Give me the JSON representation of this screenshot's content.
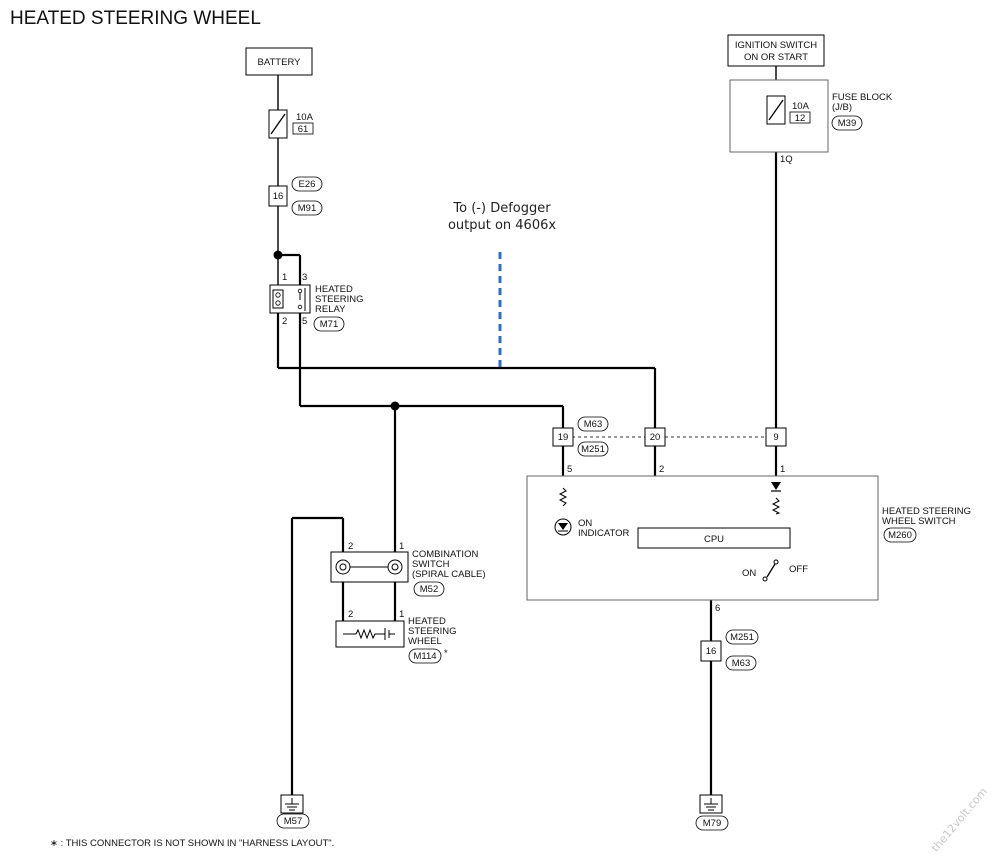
{
  "title": "HEATED STEERING WHEEL",
  "annotation": {
    "line1": "To (-) Defogger",
    "line2": "output on 4606x"
  },
  "battery": "BATTERY",
  "ignition": {
    "line1": "IGNITION SWITCH",
    "line2": "ON OR START"
  },
  "fuse_left": {
    "rating": "10A",
    "number": "61"
  },
  "fuse_block": {
    "rating": "10A",
    "number": "12",
    "label1": "FUSE BLOCK",
    "label2": "(J/B)",
    "connector": "M39",
    "terminal": "1Q"
  },
  "conn_e26": {
    "pin": "16",
    "tag1": "E26",
    "tag2": "M91"
  },
  "relay": {
    "line1": "HEATED",
    "line2": "STEERING",
    "line3": "RELAY",
    "connector": "M71",
    "pin1": "1",
    "pin2": "2",
    "pin3": "3",
    "pin5": "5"
  },
  "row_connectors": {
    "pin_a": "19",
    "pin_b": "20",
    "pin_c": "9",
    "tag1": "M63",
    "tag2": "M251"
  },
  "switch": {
    "line1": "HEATED STEERING",
    "line2": "WHEEL SWITCH",
    "connector": "M260",
    "pin_a": "5",
    "pin_b": "2",
    "pin_c": "1",
    "pin_d": "6",
    "on_indicator1": "ON",
    "on_indicator2": "INDICATOR",
    "cpu": "CPU",
    "on": "ON",
    "off": "OFF"
  },
  "combination": {
    "line1": "COMBINATION",
    "line2": "SWITCH",
    "line3": "(SPIRAL CABLE)",
    "connector": "M52",
    "pin_left": "2",
    "pin_right": "1"
  },
  "heated_wheel": {
    "line1": "HEATED",
    "line2": "STEERING",
    "line3": "WHEEL",
    "connector": "M114",
    "pin_left": "2",
    "pin_right": "1",
    "star": "*"
  },
  "lower_conn": {
    "pin": "16",
    "tag1": "M251",
    "tag2": "M63"
  },
  "grounds": {
    "left": "M57",
    "right": "M79"
  },
  "footnote": "∗ : THIS CONNECTOR IS NOT SHOWN IN \"HARNESS LAYOUT\".",
  "watermark": "the12volt.com"
}
